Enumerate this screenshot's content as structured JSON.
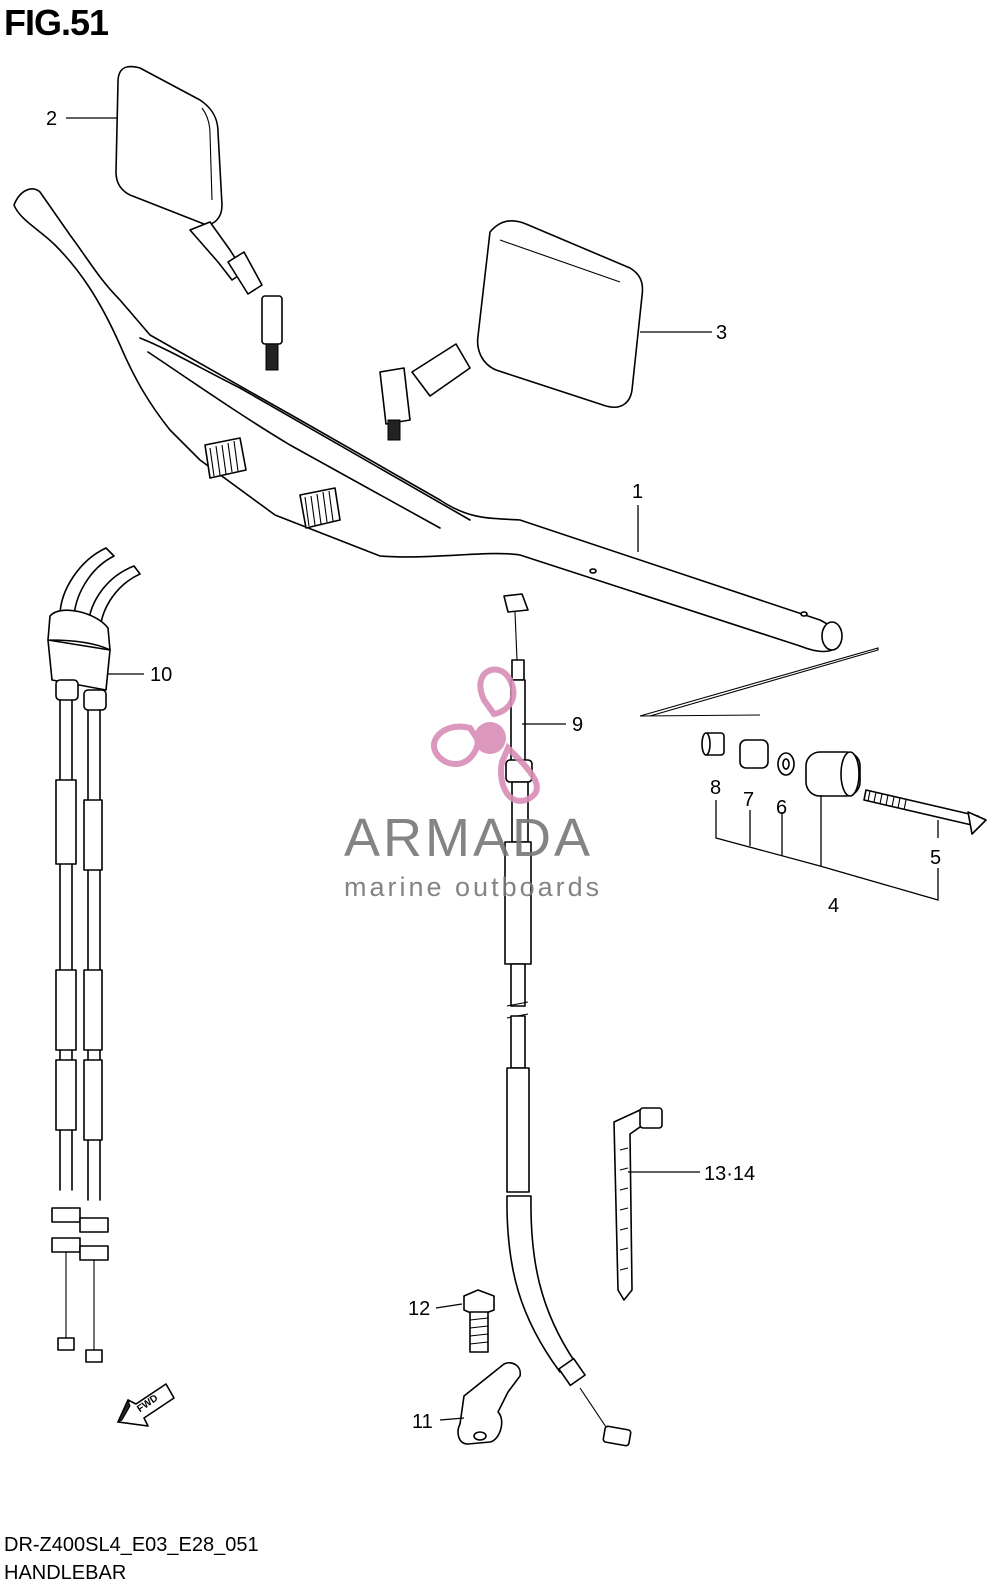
{
  "figure": {
    "title": "FIG.51",
    "model_code": "DR-Z400SL4_E03_E28_051",
    "section_name": "HANDLEBAR"
  },
  "callouts": {
    "c1": "1",
    "c2": "2",
    "c3": "3",
    "c4": "4",
    "c5": "5",
    "c6": "6",
    "c7": "7",
    "c8": "8",
    "c9": "9",
    "c10": "10",
    "c11": "11",
    "c12": "12",
    "c13": "13·14"
  },
  "direction_badge": "FWD",
  "watermark": {
    "brand": "ARMADA",
    "tagline": "marine outboards",
    "logo": "propeller-logo",
    "colors": {
      "logo": "#d98cb6",
      "text": "#777777"
    }
  }
}
